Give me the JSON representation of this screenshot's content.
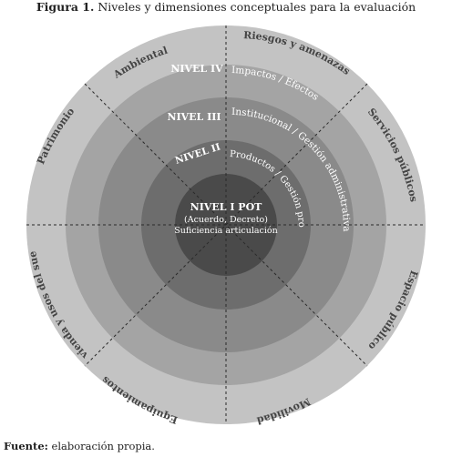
{
  "title": {
    "label": "Figura 1.",
    "text": "Niveles y dimensiones conceptuales para la evaluación"
  },
  "levels": {
    "core": {
      "name": "NIVEL I POT",
      "line2": "(Acuerdo, Decreto)",
      "line3": "Suficiencia articulación"
    },
    "level2": {
      "name": "NIVEL II",
      "desc": "Productos / Gestión proyectos"
    },
    "level3": {
      "name": "NIVEL III",
      "desc": "Institucional / Gestión administrativa"
    },
    "level4": {
      "name": "NIVEL IV",
      "desc": "Impactos / Efectos"
    }
  },
  "dimensions": [
    "Ambiental",
    "Riesgos y amenazas",
    "Servicios públicos",
    "Espacio público",
    "Movilidad",
    "Equipamientos",
    "Vivienda y usos del suelo",
    "Patrimonio"
  ],
  "source": {
    "label": "Fuente:",
    "text": "elaboración propia."
  },
  "colors": {
    "outer": "#c3c3c3",
    "level4": "#a4a4a4",
    "level3": "#8a8a8a",
    "level2": "#6d6d6d",
    "core": "#4a4a4a",
    "text_light": "#ffffff",
    "text_dark": "#444444"
  }
}
